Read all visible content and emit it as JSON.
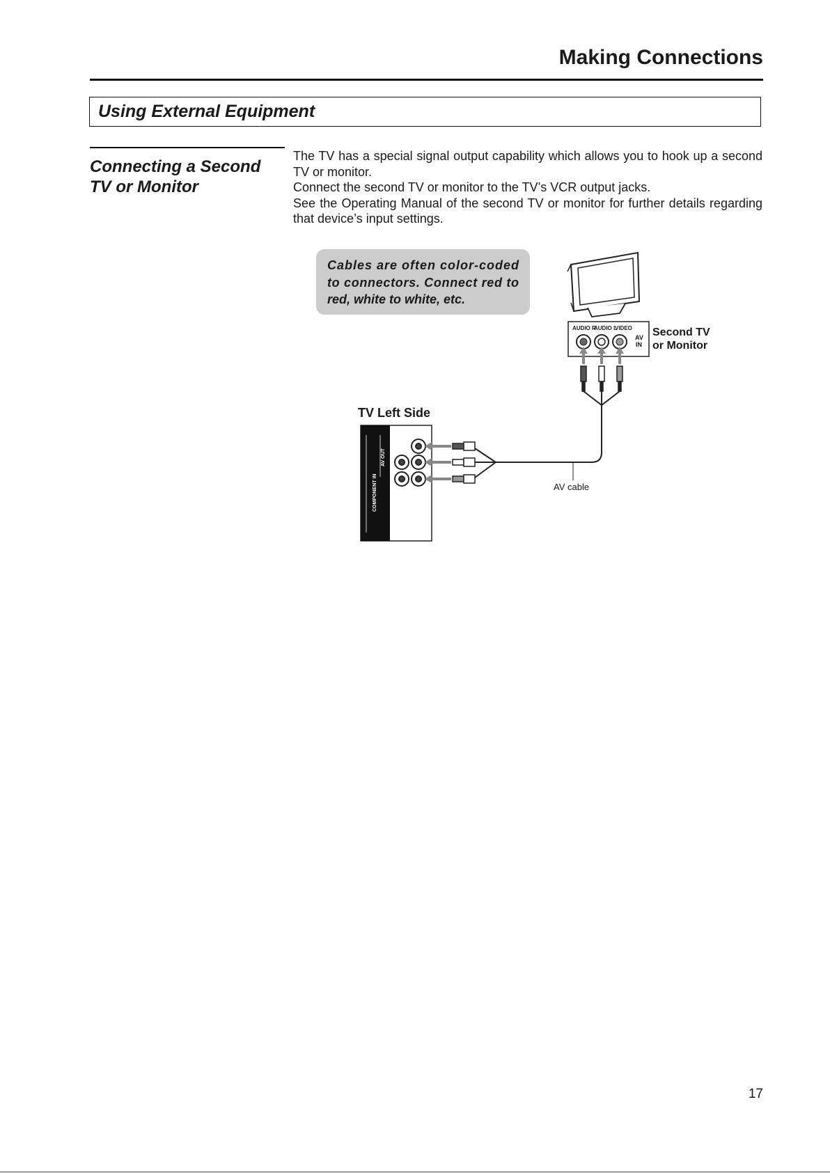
{
  "header": {
    "chapter_title": "Making Connections"
  },
  "section": {
    "title": "Using External Equipment"
  },
  "subsection": {
    "title_line1": "Connecting a Second",
    "title_line2": "TV or Monitor"
  },
  "body": {
    "paragraphs": [
      "The TV has a special signal output capability which allows you to hook up a second TV or monitor.",
      "Connect the second TV or monitor to the TV’s VCR output jacks.",
      "See the Operating Manual of the second TV or monitor for further details regarding that device’s input settings."
    ]
  },
  "diagram": {
    "note": {
      "line1": "Cables are often color-coded",
      "line2": "to connectors. Connect red to",
      "line3": "red, white to white, etc."
    },
    "monitor_label_line1": "Second TV",
    "monitor_label_line2": "or Monitor",
    "jack_labels": {
      "audio_r": "AUDIO R",
      "audio_l": "AUDIO L",
      "video": "VIDEO"
    },
    "av_in_line1": "AV",
    "av_in_line2": "IN",
    "tv_side_label": "TV Left Side",
    "cable_label": "AV cable",
    "panel_labels": {
      "component_in": "COMPONENT IN",
      "av_out": "AV OUT"
    }
  },
  "footer": {
    "page_number": "17"
  },
  "colors": {
    "note_bg": "#cccccc",
    "text": "#1a1a1a",
    "panel_black": "#111111"
  }
}
